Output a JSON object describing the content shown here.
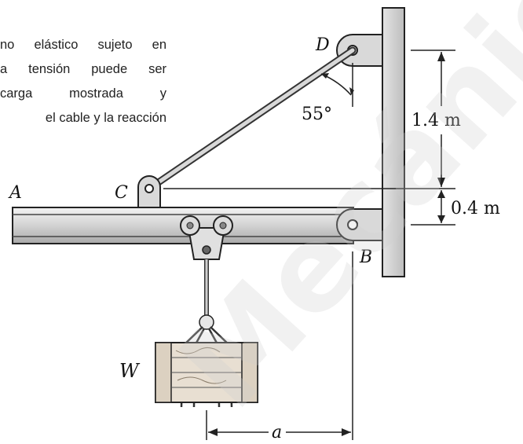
{
  "problem_text": {
    "lines": [
      "no elástico sujeto en",
      "a tensión puede ser",
      "carga mostrada y",
      "el cable y la reacción"
    ]
  },
  "labels": {
    "A": "A",
    "B": "B",
    "C": "C",
    "D": "D",
    "W": "W",
    "a": "a"
  },
  "dimensions": {
    "angle": "55°",
    "d1": "1.4 m",
    "d2": "0.4 m"
  },
  "watermark": "Mecánica",
  "colors": {
    "beam_fill": "#d8d8d8",
    "wall_fill": "#cfcfcf",
    "crate_fill": "#e6ddd0"
  }
}
